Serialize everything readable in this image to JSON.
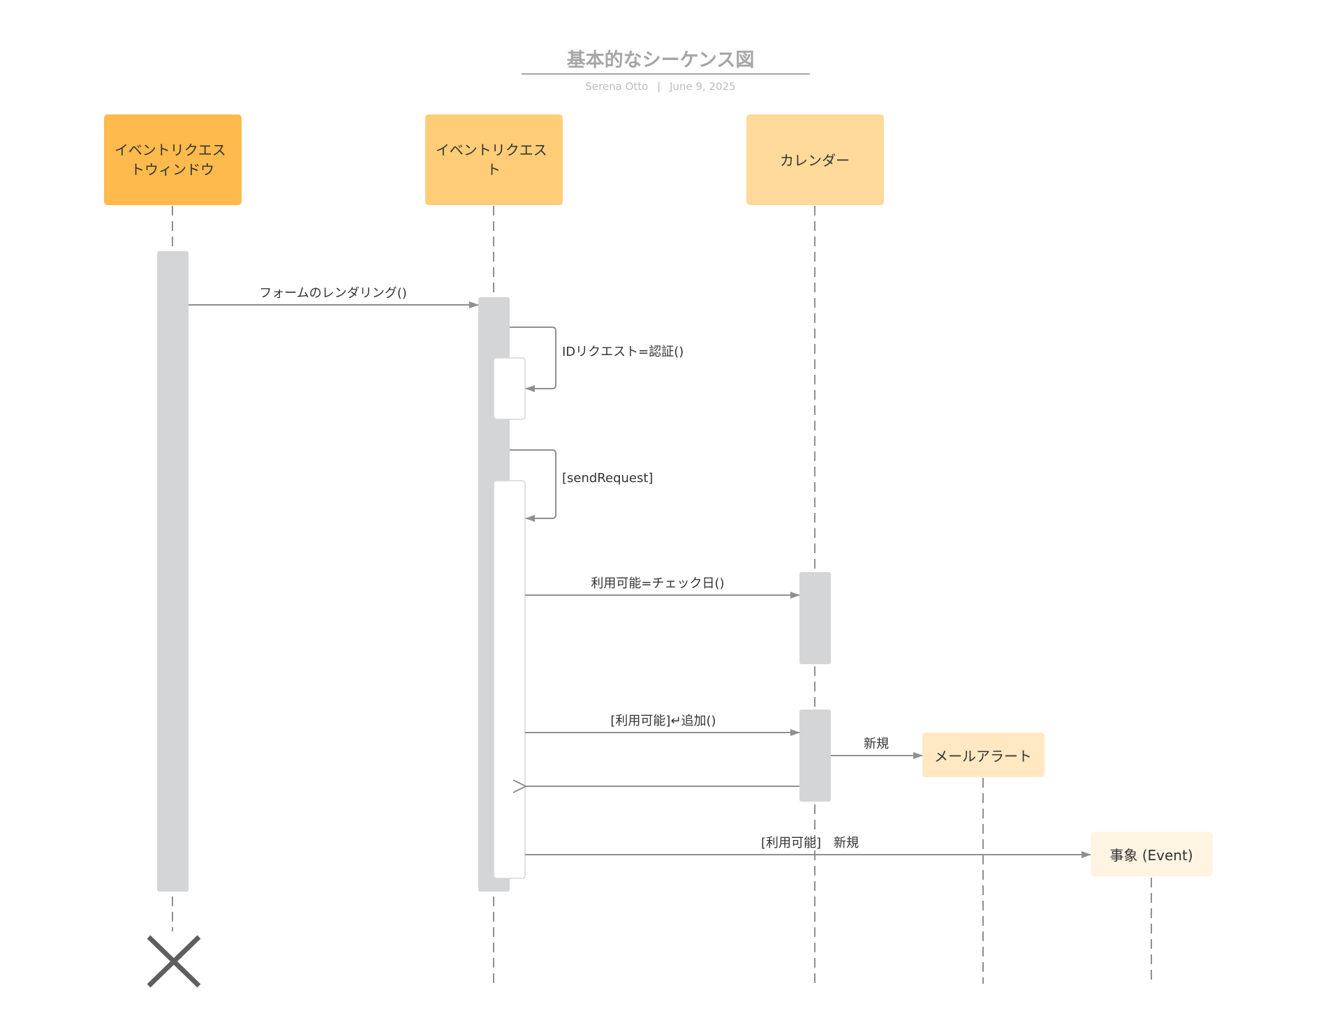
{
  "header": {
    "title": "基本的なシーケンス図",
    "author": "Serena Otto",
    "separator": "|",
    "date": "June 9, 2025"
  },
  "colors": {
    "participant_1": "#FFBA4D",
    "participant_2": "#FFCD78",
    "participant_3": "#FFDA9B",
    "participant_4": "#FFE8C2",
    "participant_5": "#FFF4E2",
    "activation": "#D4D5D7",
    "line": "#8F8F8F",
    "title": "#A6A6A6",
    "text": "#333333",
    "destroy": "#5E5E5E"
  },
  "participants": [
    {
      "id": "p1",
      "label_lines": [
        "イベントリクエス",
        "トウィンドウ"
      ]
    },
    {
      "id": "p2",
      "label_lines": [
        "イベントリクエス",
        "ト"
      ]
    },
    {
      "id": "p3",
      "label_lines": [
        "カレンダー"
      ]
    },
    {
      "id": "p4",
      "label_lines": [
        "メールアラート"
      ]
    },
    {
      "id": "p5",
      "label_lines": [
        "事象 (Event)"
      ]
    }
  ],
  "messages": [
    {
      "id": "m1",
      "from": "p1",
      "to": "p2",
      "label": "フォームのレンダリング()",
      "kind": "sync"
    },
    {
      "id": "m2",
      "from": "p2",
      "to": "p2",
      "label": "IDリクエスト=認証()",
      "kind": "self"
    },
    {
      "id": "m3",
      "from": "p2",
      "to": "p2",
      "label": "[sendRequest]",
      "kind": "self"
    },
    {
      "id": "m4",
      "from": "p2",
      "to": "p3",
      "label": "利用可能=チェック日()",
      "kind": "sync"
    },
    {
      "id": "m5",
      "from": "p2",
      "to": "p3",
      "label": "[利用可能]↵追加()",
      "kind": "sync"
    },
    {
      "id": "m6",
      "from": "p3",
      "to": "p4",
      "label": "新規",
      "kind": "create"
    },
    {
      "id": "m7",
      "from": "p3",
      "to": "p2",
      "label": "",
      "kind": "return"
    },
    {
      "id": "m8",
      "from": "p2",
      "to": "p5",
      "label": "[利用可能]　新規",
      "kind": "create"
    }
  ],
  "destroyed": [
    "p1"
  ]
}
